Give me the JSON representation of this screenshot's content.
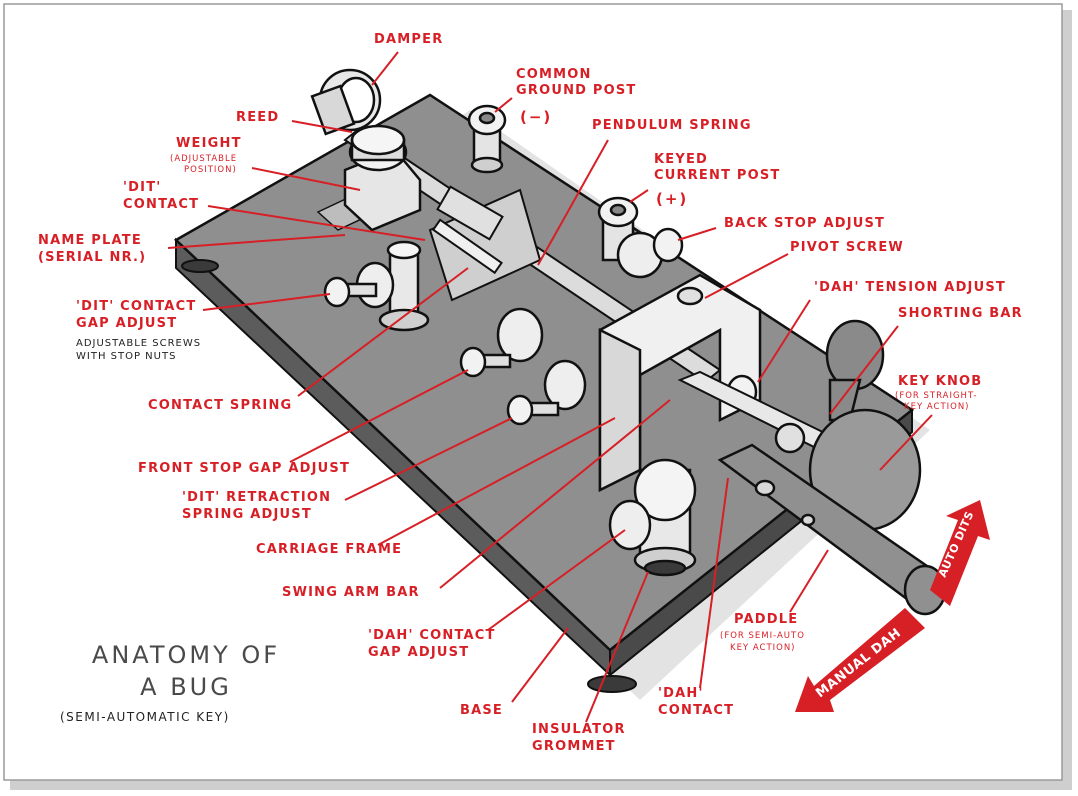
{
  "title": {
    "line1": "ANATOMY OF",
    "line2": "A BUG",
    "subtitle": "(SEMI-AUTOMATIC KEY)"
  },
  "polarity": {
    "negative": "(−)",
    "positive": "(+)"
  },
  "labels": {
    "damper": "DAMPER",
    "common_ground_1": "COMMON",
    "common_ground_2": "GROUND POST",
    "reed": "REED",
    "pendulum_spring": "PENDULUM SPRING",
    "weight": "WEIGHT",
    "weight_sub_1": "(ADJUSTABLE",
    "weight_sub_2": "POSITION)",
    "keyed_current_1": "KEYED",
    "keyed_current_2": "CURRENT POST",
    "dit_contact_1": "'DIT'",
    "dit_contact_2": "CONTACT",
    "back_stop_adjust": "BACK STOP ADJUST",
    "name_plate_1": "NAME PLATE",
    "name_plate_2": "(SERIAL NR.)",
    "pivot_screw": "PIVOT SCREW",
    "dah_tension_adjust": "'DAH' TENSION ADJUST",
    "dit_contact_gap_1": "'DIT' CONTACT",
    "dit_contact_gap_2": "GAP ADJUST",
    "dit_contact_gap_note_1": "ADJUSTABLE SCREWS",
    "dit_contact_gap_note_2": "WITH STOP NUTS",
    "shorting_bar": "SHORTING BAR",
    "key_knob": "KEY KNOB",
    "key_knob_sub_1": "(FOR STRAIGHT-",
    "key_knob_sub_2": "KEY ACTION)",
    "contact_spring": "CONTACT SPRING",
    "front_stop_gap_adjust": "FRONT STOP GAP ADJUST",
    "dit_retraction_1": "'DIT' RETRACTION",
    "dit_retraction_2": "SPRING ADJUST",
    "carriage_frame": "CARRIAGE FRAME",
    "swing_arm_bar": "SWING ARM BAR",
    "dah_contact_gap_1": "'DAH' CONTACT",
    "dah_contact_gap_2": "GAP ADJUST",
    "paddle": "PADDLE",
    "paddle_sub_1": "(FOR SEMI-AUTO",
    "paddle_sub_2": "KEY ACTION)",
    "base": "BASE",
    "dah_contact_1": "'DAH'",
    "dah_contact_2": "CONTACT",
    "insulator_1": "INSULATOR",
    "insulator_2": "GROMMET"
  },
  "arrows": {
    "auto_dits": "AUTO DITS",
    "manual_dah": "MANUAL DAH"
  },
  "colors": {
    "accent": "#d71f26",
    "base_fill": "#8f8f8f",
    "metal": "#e6e6e6",
    "outline": "#111111"
  }
}
